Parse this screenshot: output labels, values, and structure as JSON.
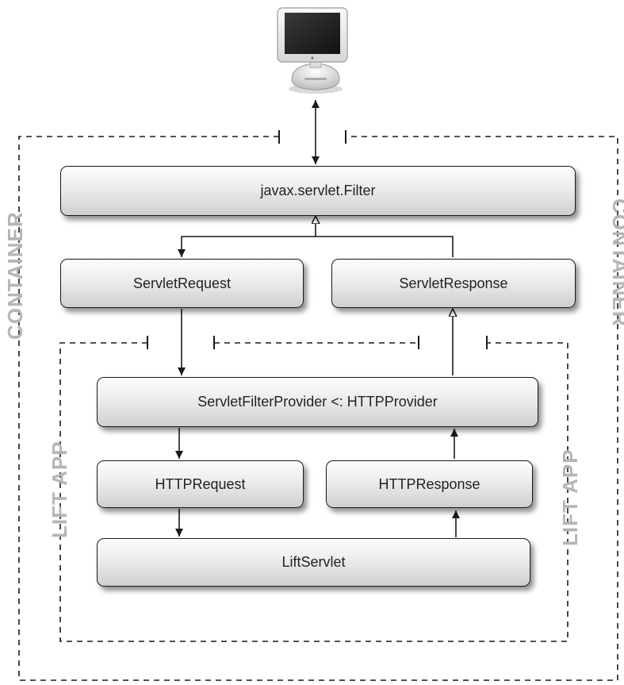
{
  "containers": {
    "outer_label": "CONTAINER",
    "inner_label": "LIFT APP"
  },
  "boxes": {
    "filter": "javax.servlet.Filter",
    "servlet_request": "ServletRequest",
    "servlet_response": "ServletResponse",
    "filter_provider": "ServletFilterProvider <: HTTPProvider",
    "http_request": "HTTPRequest",
    "http_response": "HTTPResponse",
    "lift_servlet": "LiftServlet"
  },
  "icons": {
    "client": "imac-computer-icon"
  }
}
